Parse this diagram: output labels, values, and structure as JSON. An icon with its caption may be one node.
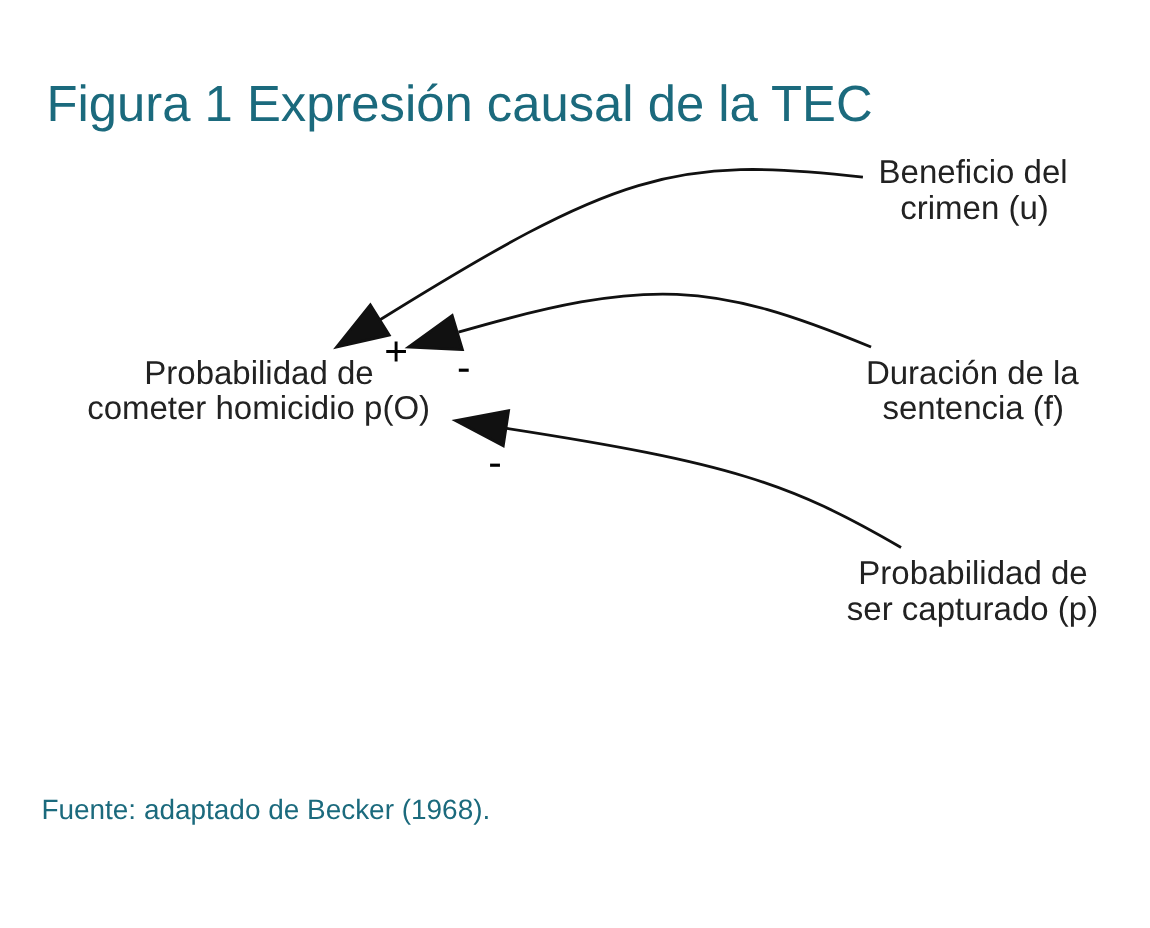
{
  "diagram": {
    "title": "Figura 1 Expresión causal de la TEC",
    "caption": "Fuente: adaptado de Becker (1968).",
    "nodes": [
      {
        "text": [
          "Beneficio del crimen (u)"
        ]
      },
      {
        "text": [
          "Duración de la sentencia (f)"
        ]
      },
      {
        "text": [
          "Probabilidad de ser capturado (p)"
        ]
      },
      {
        "text": [
          "Probabilidad de cometer homicidio p(O)"
        ]
      }
    ],
    "edges": [
      {
        "from": 0,
        "to": 3,
        "arrow": "to",
        "label": "+"
      },
      {
        "from": 1,
        "to": 3,
        "arrow": "to",
        "label": "-"
      },
      {
        "from": 2,
        "to": 3,
        "arrow": "to",
        "label": "-"
      }
    ]
  }
}
